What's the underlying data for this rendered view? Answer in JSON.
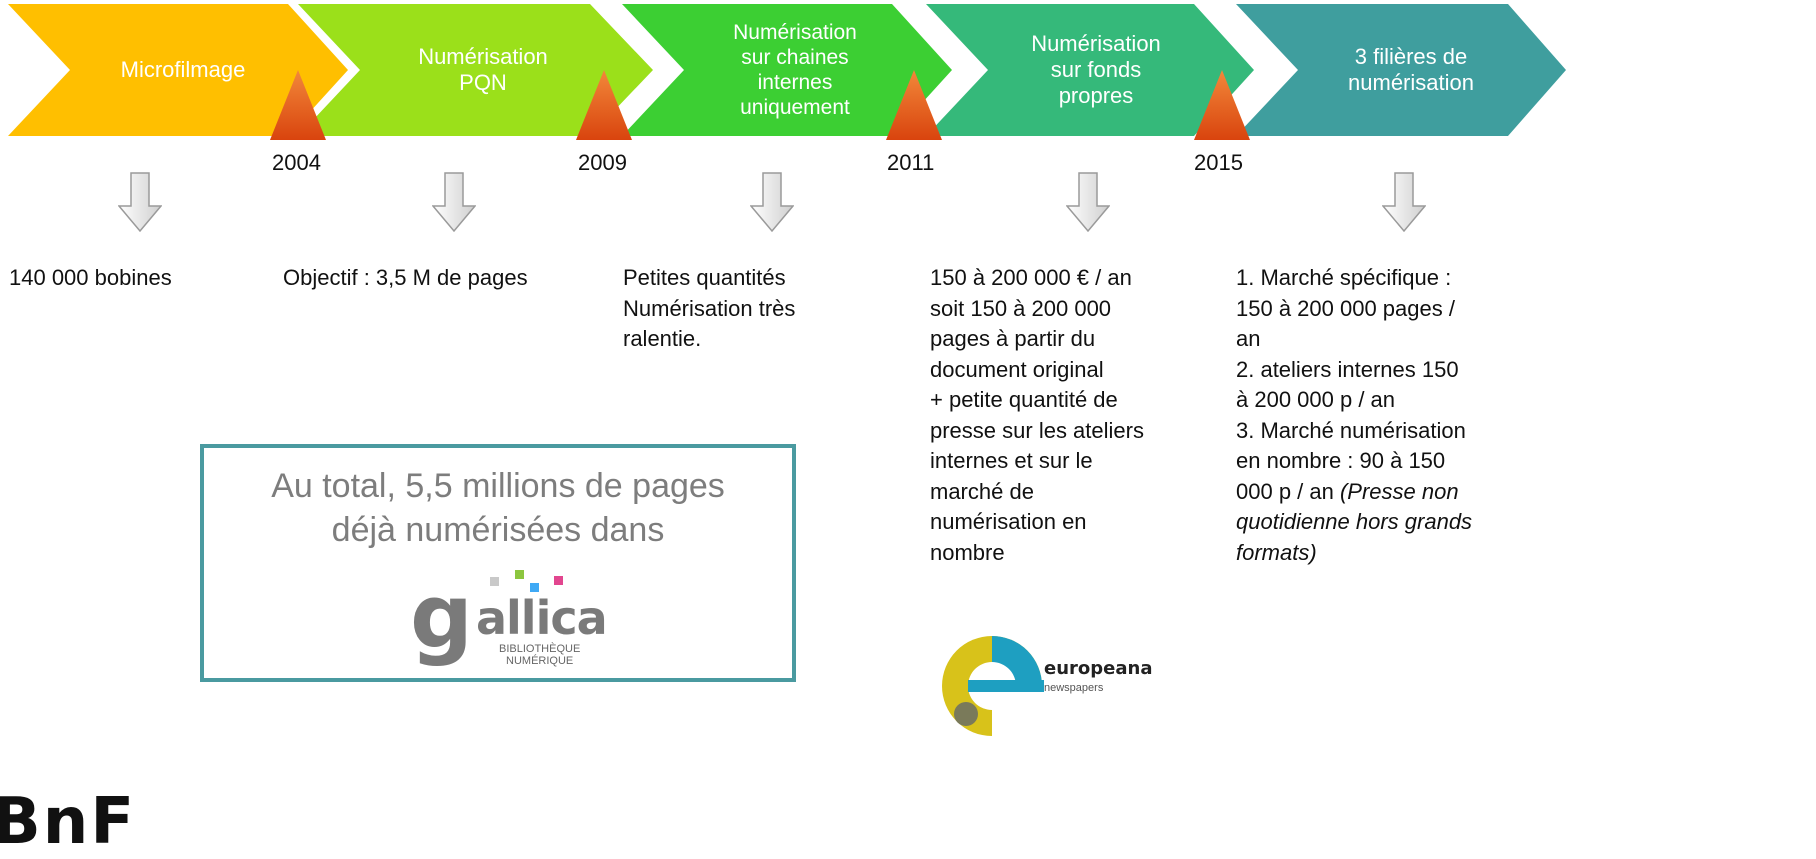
{
  "colors": {
    "phase1": "#ffbf00",
    "phase2": "#9be01a",
    "phase3": "#3ccf33",
    "phase4": "#35b97a",
    "phase5": "#3f9e9e",
    "milestone": "#e8541c",
    "box_border": "#4a9aa0"
  },
  "phases": [
    {
      "label": "Microfilmage",
      "description": "140 000 bobines"
    },
    {
      "label": "Numérisation\nPQN",
      "description": "Objectif : 3,5 M de pages"
    },
    {
      "label": "Numérisation\nsur chaines\ninternes\nuniquement",
      "description": "Petites quantités\nNumérisation très\nralentie."
    },
    {
      "label": "Numérisation\nsur fonds\npropres",
      "description": "150 à 200 000 € / an\nsoit 150 à 200 000\npages à partir du\ndocument original\n+ petite quantité de\npresse sur les ateliers\ninternes et sur le\nmarché de\nnumérisation en\nnombre"
    },
    {
      "label": "3 filières de\nnumérisation",
      "description_main": "1. Marché spécifique :\n150 à 200 000 pages /\nan\n2. ateliers internes 150\nà 200 000 p / an\n3. Marché numérisation\nen nombre : 90 à 150\n000 p / an ",
      "description_italic": "(Presse non\nquotidienne hors grands\nformats)"
    }
  ],
  "milestones": [
    "2004",
    "2009",
    "2011",
    "2015"
  ],
  "summary": {
    "text": "Au total, 5,5 millions de pages\ndéjà numérisées dans"
  },
  "logos": {
    "gallica_word": "allica",
    "gallica_g": "g",
    "gallica_sub": "BIBLIOTHÈQUE\nNUMÉRIQUE",
    "europeana_word": "europeana",
    "europeana_sub": "newspapers",
    "bnf": "BnF"
  },
  "icons": [
    "down-arrow-icon",
    "milestone-triangle-icon"
  ]
}
